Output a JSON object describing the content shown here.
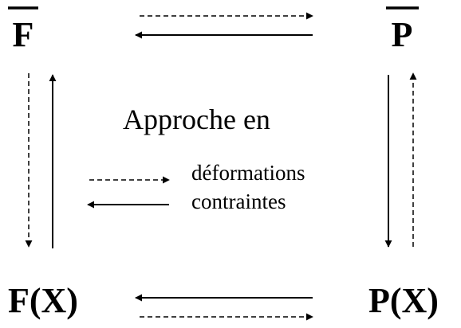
{
  "nodes": {
    "top_left": "F",
    "top_right": "P",
    "bottom_left": "F(X)",
    "bottom_right": "P(X)"
  },
  "center": {
    "title": "Approche en",
    "legend_dashed": "déformations",
    "legend_solid": "contraintes"
  },
  "colors": {
    "ink": "#000000",
    "background": "#ffffff"
  }
}
